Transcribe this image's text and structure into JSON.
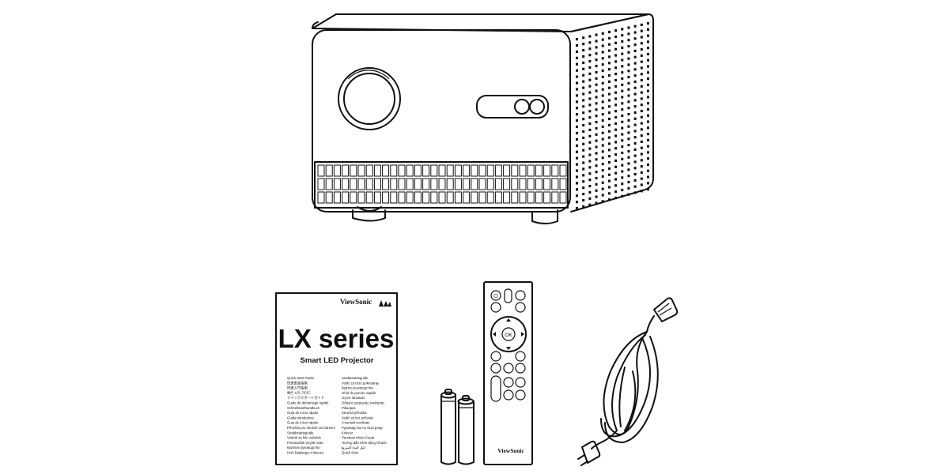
{
  "guide": {
    "brand": "ViewSonic",
    "title": "LX series",
    "subtitle": "Smart LED Projector",
    "languages_left": [
      "Quick Start Guide",
      "快速安装指南",
      "快速入門指南",
      "빠른 시작 가이드",
      "クイックスタートガイド",
      "Guide de démarrage rapide",
      "Schnellstarthandbuch",
      "Guía de inicio rápido",
      "Guida introduttiva",
      "Guia de início rápido",
      "Příručka pro stručné seznámení",
      "Snabbstartsguide",
      "Vodnik za hitri začetek",
      "Przewodnik Szybki start",
      "Краткое руководство",
      "Hızlı Başlangıç Kılavuzu"
    ],
    "languages_right": [
      "Snabbstartsguide",
      "Vodič za brzo pokretanje",
      "Кратко ръководство",
      "Ghid de pornire rapidă",
      "Gyors útmutató",
      "Οδηγός γρήγορης εκκίνησης",
      "Pikaopas",
      "Stručná příručka",
      "Vodič za brz početak",
      "Стислий посібник",
      "Руководство по быстрому",
      "Kılavuz",
      "Panduan Mulai Cepat",
      "Hướng dẫn Khởi động Nhanh",
      "دليل البدء السريع",
      "Quick Start"
    ]
  },
  "remote": {
    "brand": "ViewSonic",
    "ok_label": "OK"
  },
  "icons": {
    "projector": "projector-icon",
    "batteries": "battery-icon",
    "power_cord": "power-cord-icon"
  }
}
